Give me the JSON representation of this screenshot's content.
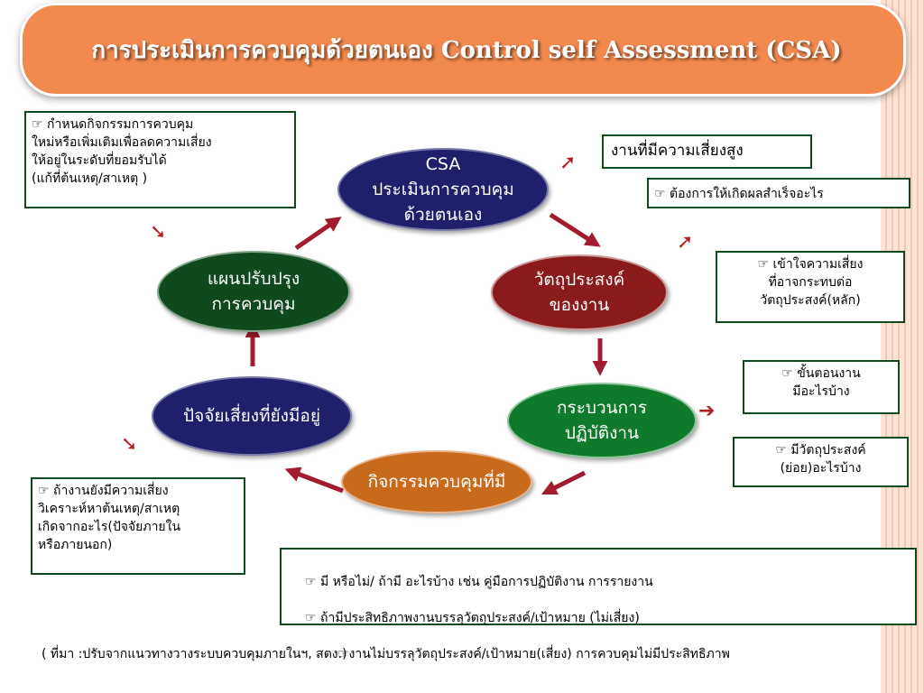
{
  "title": "การประเมินการควบคุมด้วยตนเอง Control self Assessment (CSA)",
  "cycle": {
    "csa": "CSA\nประเมินการควบคุม\nด้วยตนเอง",
    "objective": "วัตถุประสงค์\nของงาน",
    "process": "กระบวนการ\nปฏิบัติงาน",
    "activities": "กิจกรรมควบคุมที่มี",
    "risk": "ปัจจัยเสี่ยงที่ยังมีอยู่",
    "plan": "แผนปรับปรุง\nการควบคุม"
  },
  "notes": {
    "top_left": "☞    กำหนดกิจกรรมการควบคุม\nใหม่หรือเพิ่มเติมเพื่อลดความเสี่ยง\nให้อยู่ในระดับที่ยอมรับได้\n(แก้ที่ต้นเหตุ/สาเหตุ )",
    "high_risk": "งานที่มีความเสี่ยงสูง",
    "goal": "☞    ต้องการให้เกิดผลสำเร็จอะไร",
    "understand": "☞    เข้าใจความเสี่ยง\nที่อาจกระทบต่อ\nวัตถุประสงค์(หลัก)",
    "steps": "☞    ขั้นตอนงาน\nมีอะไรบ้าง",
    "sub_objectives": "☞  มีวัตถุประสงค์\n(ย่อย)อะไรบ้าง",
    "bottom_left": "☞    ถ้างานยังมีความเสี่ยง\nวิเคราะห์หาต้นเหตุ/สาเหตุ\nเกิดจากอะไร(ปัจจัยภายใน\nหรือภายนอก)",
    "bottom": [
      "☞       มี หรือไม่/ ถ้ามี อะไรบ้าง เช่น คู่มือการปฏิบัติงาน การรายงาน",
      "☞    ถ้ามีประสิทธิภาพงานบรรลุวัตถุประสงค์/เป้าหมาย (ไม่เสี่ยง)",
      "☞งานไม่บรรลุวัตถุประสงค์/เป้าหมาย(เสี่ยง) การควบคุมไม่มีประสิทธิภาพ"
    ]
  },
  "source": "( ที่มา :ปรับจากแนวทางวางระบบควบคุมภายในฯ, สตง.)",
  "colors": {
    "banner": "#f28a4f",
    "arrow": "#a31b2f",
    "box_border": "#0f4a1f",
    "ellipse_navy": "#1f1f6b",
    "ellipse_maroon": "#8b1a1a",
    "ellipse_green": "#0f7a2a",
    "ellipse_orange": "#c86a1b",
    "ellipse_dark_green": "#0f4a1f"
  },
  "icons": {
    "pointer": "pointing-hand-icon",
    "connector": "dark-red-arrow-icon"
  }
}
